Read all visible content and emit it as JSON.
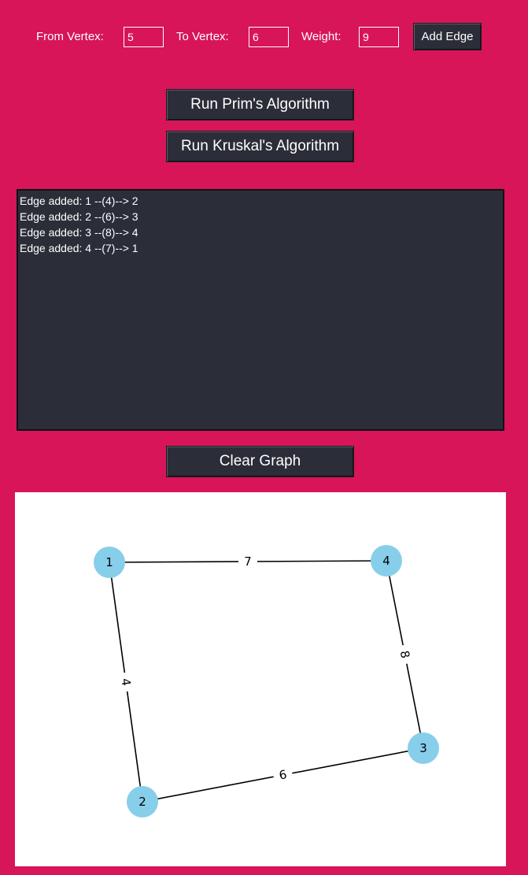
{
  "form": {
    "from_label": "From Vertex:",
    "from_value": "5",
    "to_label": "To Vertex:",
    "to_value": "6",
    "weight_label": "Weight:",
    "weight_value": "9",
    "add_edge_label": "Add Edge"
  },
  "buttons": {
    "prim_label": "Run Prim's Algorithm",
    "kruskal_label": "Run Kruskal's Algorithm",
    "clear_label": "Clear Graph"
  },
  "log": {
    "lines": [
      "Edge added: 1 --(4)--> 2",
      "Edge added: 2 --(6)--> 3",
      "Edge added: 3 --(8)--> 4",
      "Edge added: 4 --(7)--> 1"
    ]
  },
  "graph": {
    "nodes": [
      {
        "id": "1"
      },
      {
        "id": "2"
      },
      {
        "id": "3"
      },
      {
        "id": "4"
      }
    ],
    "edges": [
      {
        "from": "1",
        "to": "4",
        "weight": "7"
      },
      {
        "from": "1",
        "to": "2",
        "weight": "4"
      },
      {
        "from": "4",
        "to": "3",
        "weight": "8"
      },
      {
        "from": "2",
        "to": "3",
        "weight": "6"
      }
    ],
    "node_color": "#87ceeb",
    "edge_color": "#000000"
  },
  "colors": {
    "background": "#d71558",
    "button": "#2b2d38",
    "log_background": "#2b2e38"
  }
}
